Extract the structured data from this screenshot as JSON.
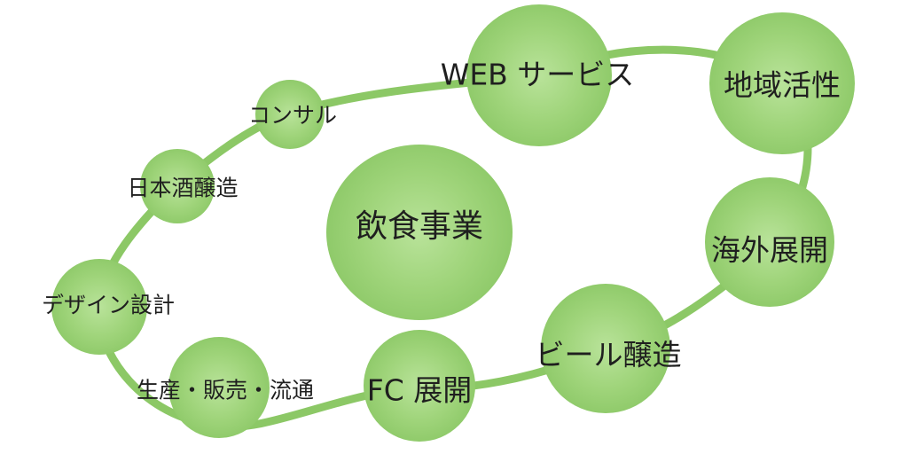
{
  "colors": {
    "ring": "#8cc866",
    "node_light": "#b9e39a",
    "node_dark": "#7fc05a",
    "text": "#1f1f1f"
  },
  "diagram": {
    "center_label": "飲食事業",
    "nodes": [
      {
        "id": "web",
        "label": "WEB サービス"
      },
      {
        "id": "chiiki",
        "label": "地域活性"
      },
      {
        "id": "kaigai",
        "label": "海外展開"
      },
      {
        "id": "beer",
        "label": "ビール醸造"
      },
      {
        "id": "fc",
        "label": "FC 展開"
      },
      {
        "id": "seisan",
        "label": "生産・販売・流通"
      },
      {
        "id": "design",
        "label": "デザイン設計"
      },
      {
        "id": "sake",
        "label": "日本酒醸造"
      },
      {
        "id": "consul",
        "label": "コンサル"
      }
    ]
  }
}
